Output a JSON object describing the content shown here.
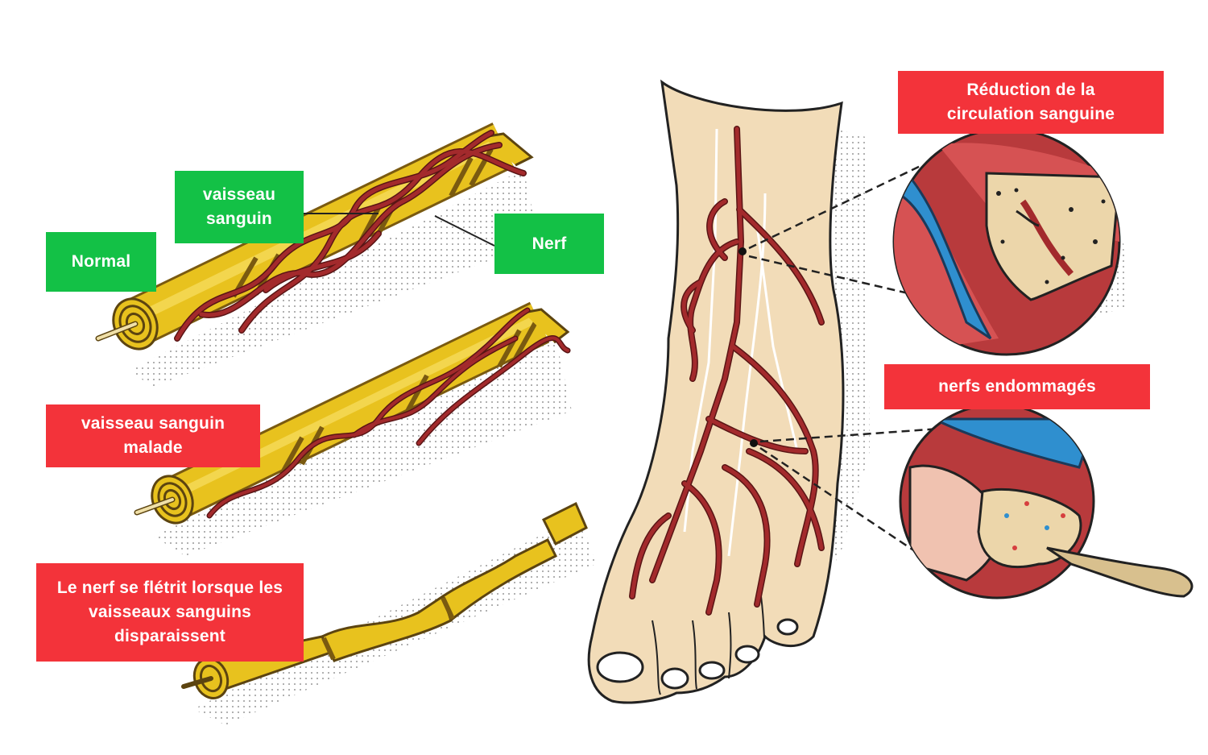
{
  "colors": {
    "green_label": "#13c146",
    "red_label": "#f3333a",
    "nerve_yellow": "#e8c21e",
    "vessel_red": "#a32a2c",
    "skin": "#f2dcb8",
    "vein_blue": "#2f8fcf"
  },
  "labels": {
    "normal": "Normal",
    "vessel": "vaisseau sanguin",
    "nerve": "Nerf",
    "diseased_vessel": "vaisseau sanguin malade",
    "withered_nerve": "Le nerf se flétrit lorsque les vaisseaux sanguins disparaissent",
    "reduced_circulation": "Réduction de la circulation sanguine",
    "damaged_nerves": "nerfs endommagés"
  }
}
